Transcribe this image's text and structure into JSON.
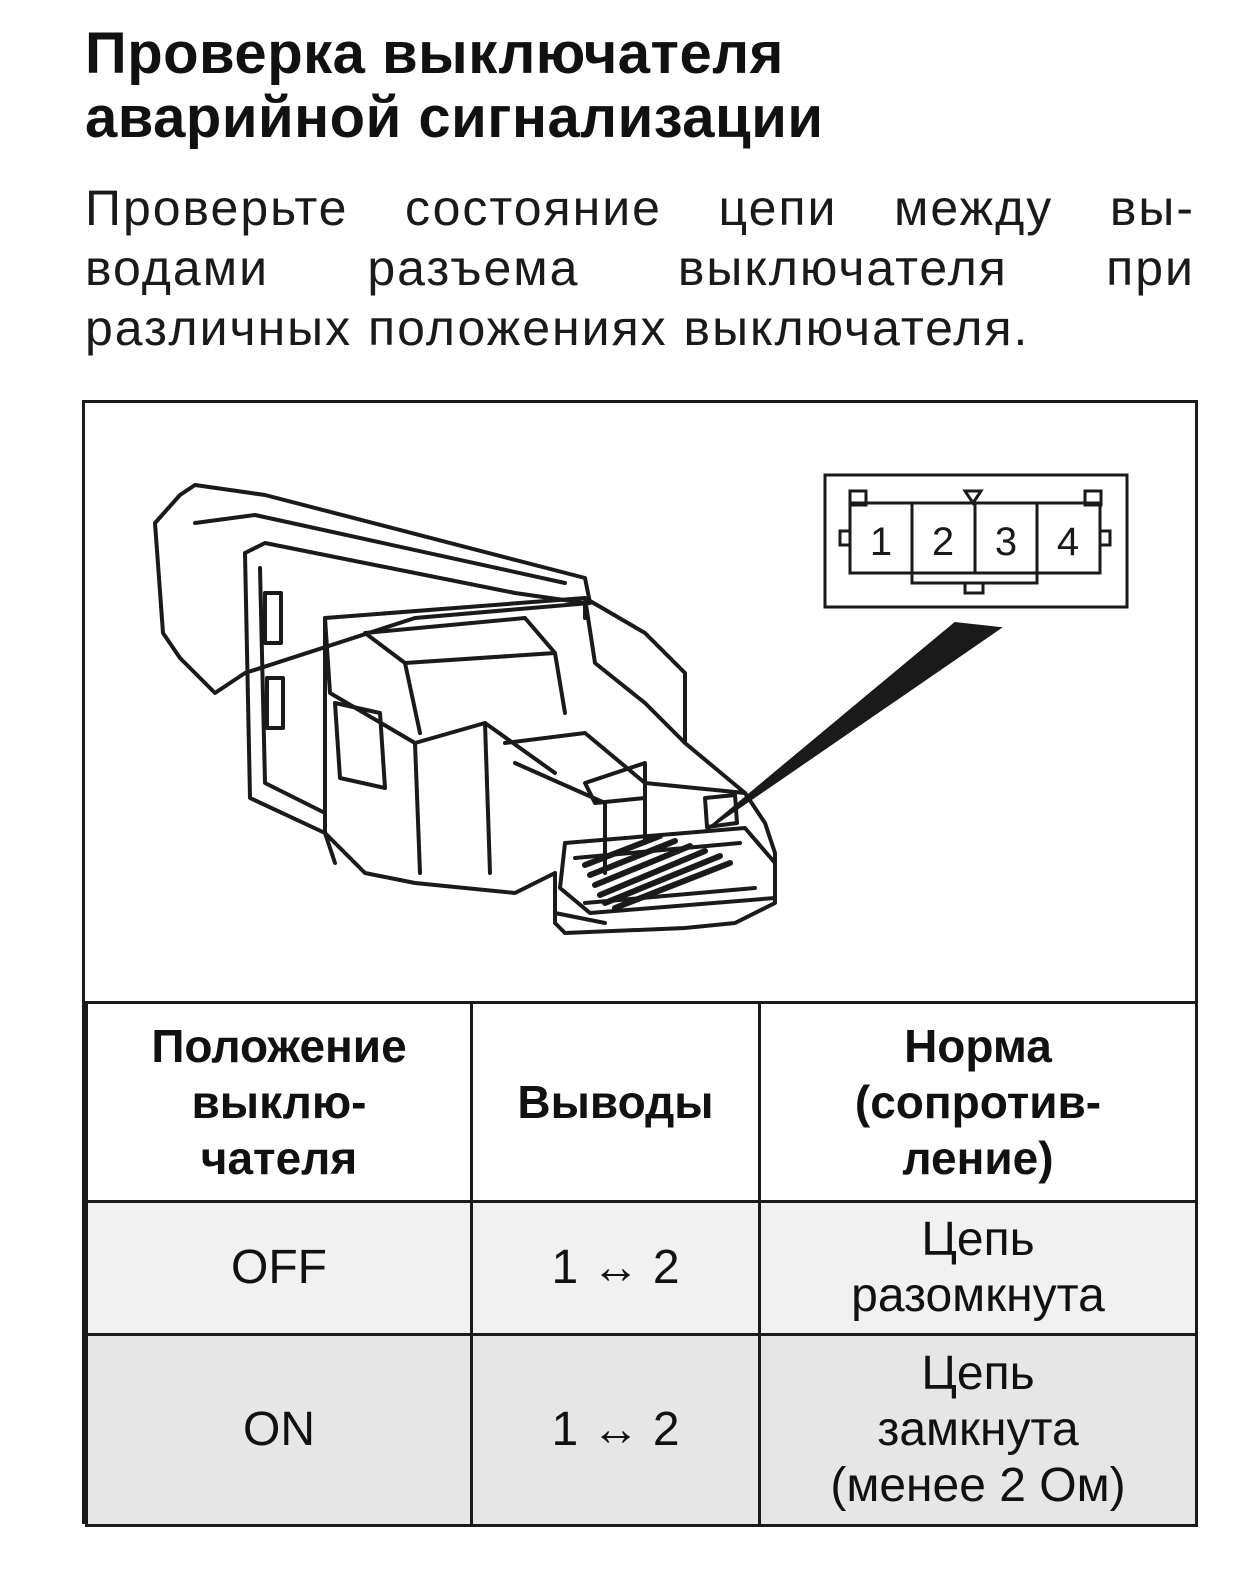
{
  "title": {
    "line1": "Проверка выключателя",
    "line2": "аварийной сигнализации"
  },
  "description": {
    "line1": "Проверьте состояние цепи между вы-",
    "line2": "водами разъема выключателя при",
    "line3": "различных положениях выключателя."
  },
  "connector_pins": [
    "1",
    "2",
    "3",
    "4"
  ],
  "table": {
    "headers": {
      "position": [
        "Положение",
        "выклю-",
        "чателя"
      ],
      "terminals": "Выводы",
      "norm": [
        "Норма",
        "(сопротив-",
        "ление)"
      ]
    },
    "rows": [
      {
        "position": "OFF",
        "terminals": "1 ↔ 2",
        "norm": [
          "Цепь",
          "разомкнута"
        ]
      },
      {
        "position": "ON",
        "terminals": "1 ↔ 2",
        "norm": [
          "Цепь",
          "замкнута",
          "(менее 2 Ом)"
        ]
      }
    ]
  },
  "colors": {
    "ink": "#111111",
    "row_shade_1": "#f1f1f1",
    "row_shade_2": "#e6e6e6"
  }
}
